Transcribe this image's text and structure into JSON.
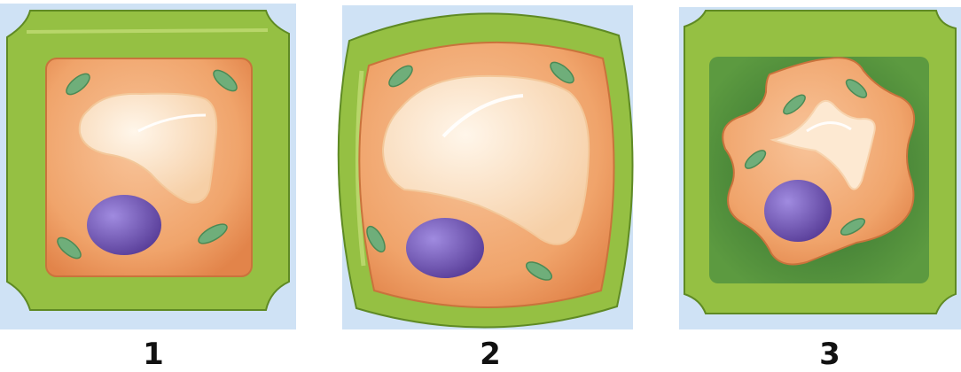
{
  "panels": [
    {
      "label": "1"
    },
    {
      "label": "2"
    },
    {
      "label": "3"
    }
  ],
  "colors": {
    "background_blue": "#cfe2f5",
    "cell_wall_green": "#95c043",
    "wall_outline": "#5f8a24",
    "cytoplasm_orange": "#f2a872",
    "vacuole_cream": "#fde9d2",
    "nucleus_purple": "#7b62b8",
    "chloroplast_green": "#6fae7a",
    "plasmolysis_space_green": "#3e7a3a"
  }
}
